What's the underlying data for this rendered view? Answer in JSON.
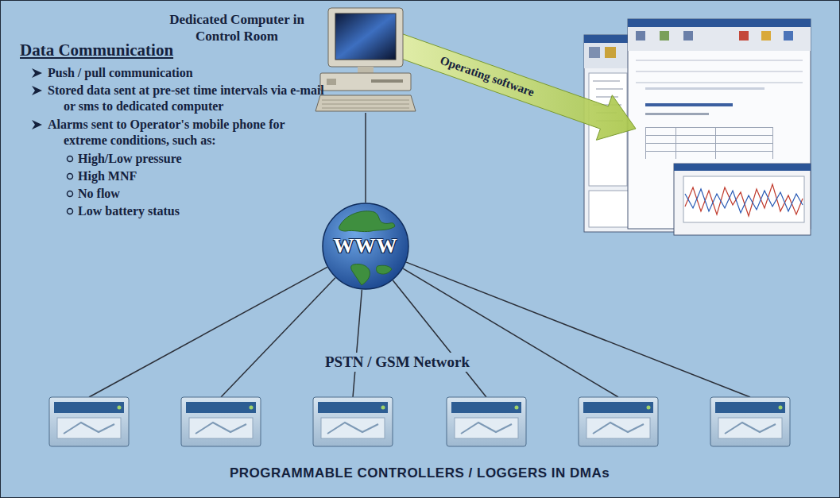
{
  "diagram": {
    "nodes": [
      {
        "text": [
          "Dedicated Computer in Control Room"
        ]
      },
      {
        "text": [
          "WWW"
        ]
      }
    ],
    "edges": [
      {
        "from": 0,
        "to": 1,
        "arrow": "none"
      }
    ],
    "labels": [
      "Data Communication",
      "Push / pull communication",
      "Stored data sent at pre-set time intervals via e-mail or sms to dedicated computer",
      "Alarms sent to Operator's mobile phone for extreme conditions, such as:",
      "High/Low pressure",
      "High MNF",
      "No flow",
      "Low battery status",
      "Operating software",
      "PSTN / GSM Network",
      "PROGRAMMABLE CONTROLLERS / LOGGERS IN DMAs"
    ]
  }
}
